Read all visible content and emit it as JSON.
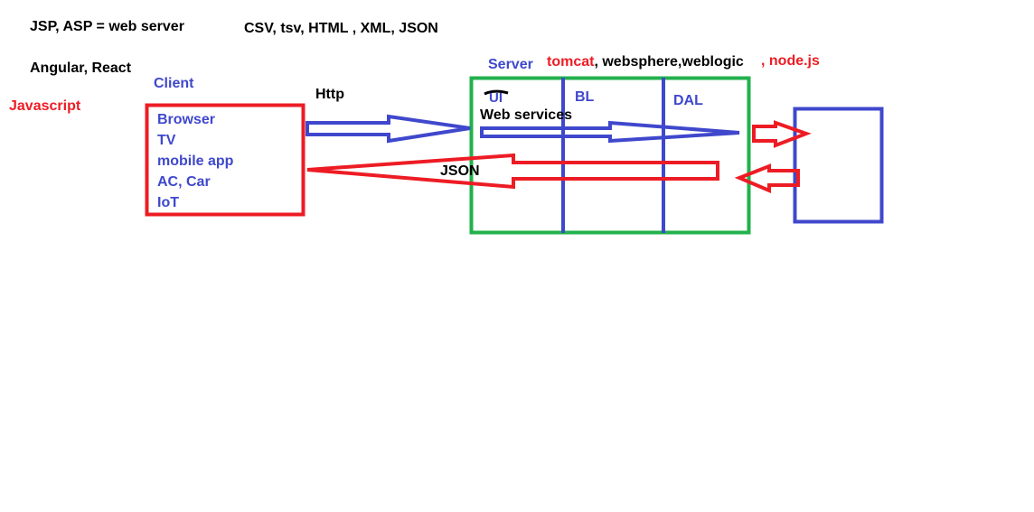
{
  "notes": {
    "jsp_asp": "JSP, ASP = web server",
    "formats": "CSV, tsv, HTML , XML, JSON",
    "frameworks": "Angular, React",
    "javascript": "Javascript"
  },
  "client": {
    "title": "Client",
    "items": [
      "Browser",
      "TV",
      "mobile app",
      "AC, Car",
      "IoT"
    ]
  },
  "arrows": {
    "request_label": "Http",
    "response_label": "JSON"
  },
  "server": {
    "title": "Server",
    "product_tomcat": "tomcat",
    "products_others": ", websphere,weblogic",
    "product_node": ", node.js",
    "layers": {
      "ui": "UI",
      "bl": "BL",
      "dal": "DAL"
    },
    "web_services": "Web services"
  },
  "colors": {
    "red": "#ed1c24",
    "blue": "#3f48cc",
    "green": "#22b14c",
    "black": "#000000"
  }
}
